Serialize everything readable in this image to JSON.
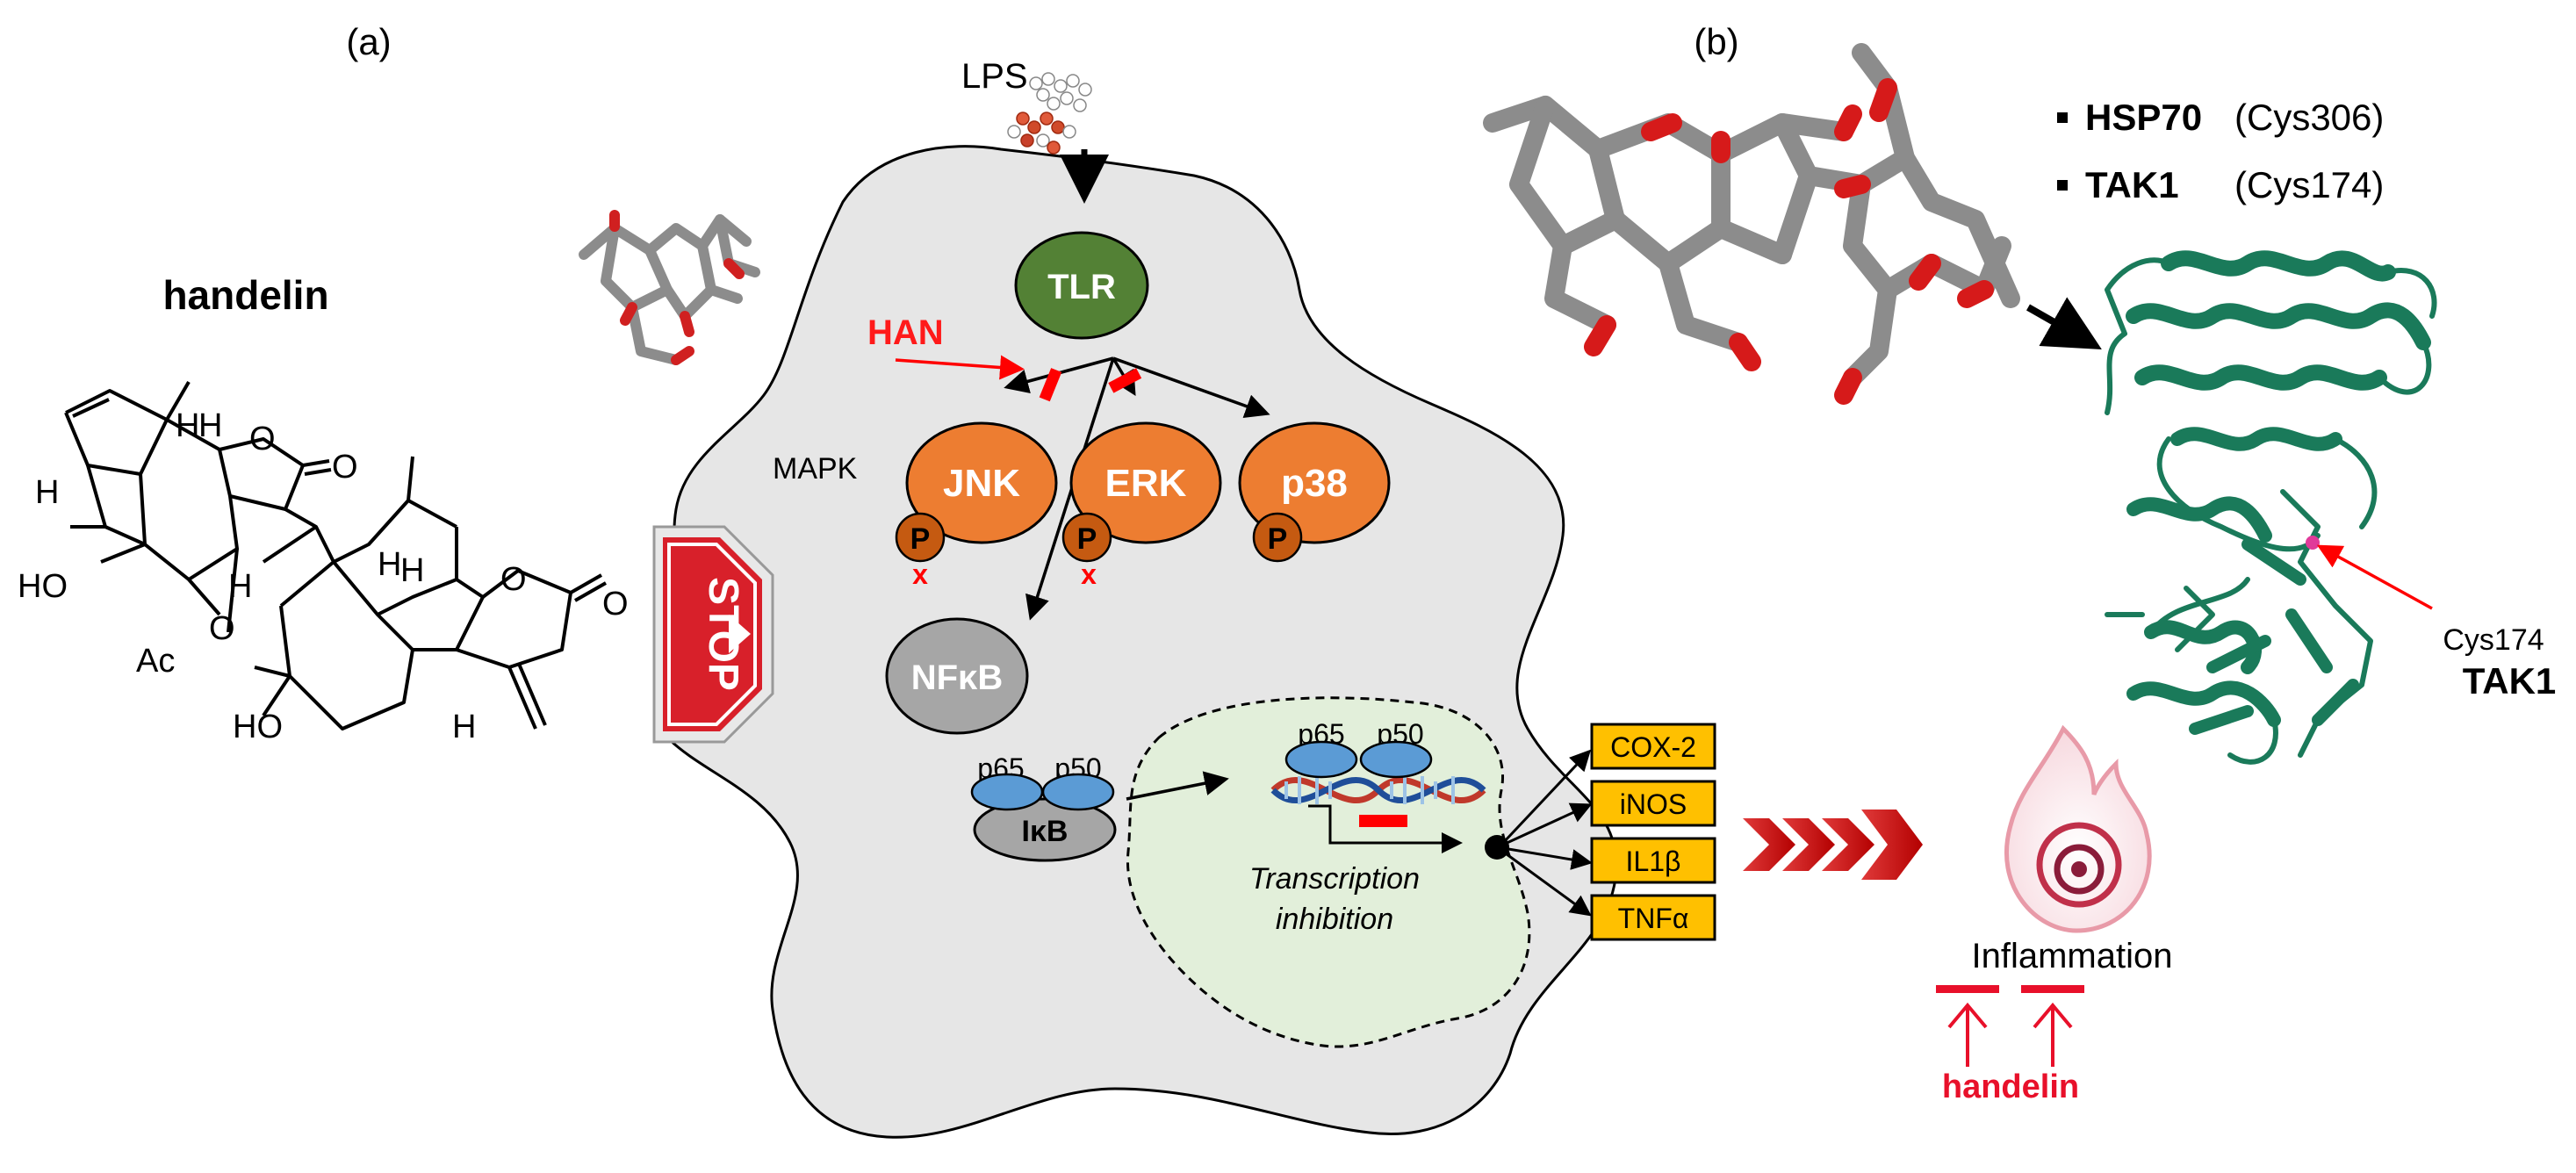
{
  "panel_a": {
    "label": "(a)",
    "compound_name": "handelin",
    "structure_atoms": {
      "h1": "H",
      "h2": "H",
      "h3": "H",
      "h4": "H",
      "h5": "H",
      "h6": "H",
      "h7": "H",
      "o_lactone1_ring": "O",
      "o_lactone1_carbonyl": "O",
      "o_lactone2_ring": "O",
      "o_lactone2_carbonyl": "O",
      "ho_1": "HO",
      "ho_2": "HO",
      "o_acetate": "O",
      "ac": "Ac"
    }
  },
  "cell": {
    "lps_label": "LPS",
    "tlr_label": "TLR",
    "han_label": "HAN",
    "mapk_label": "MAPK",
    "jnk_label": "JNK",
    "erk_label": "ERK",
    "p38_label": "p38",
    "phospho_label": "P",
    "x_mark": "x",
    "nfkb_label": "NFκB",
    "stop_sign_text": "STOP",
    "p65_label": "p65",
    "p50_label": "p50",
    "ikb_label": "IκB",
    "nucleus_p65_label": "p65",
    "nucleus_p50_label": "p50",
    "transcription_line1": "Transcription",
    "transcription_line2": "inhibition",
    "targets": [
      "COX-2",
      "iNOS",
      "IL1β",
      "TNFα"
    ]
  },
  "outcome": {
    "inflammation_label": "Inflammation",
    "inhibitor_label": "handelin"
  },
  "panel_b": {
    "label": "(b)",
    "target1_name": "HSP70",
    "target1_site": "(Cys306)",
    "target2_name": "TAK1",
    "target2_site": "(Cys174)",
    "residue_label": "Cys174",
    "protein_label": "TAK1"
  },
  "colors": {
    "cell_fill": "#e6e6e6",
    "nucleus_fill": "#e2efda",
    "tlr_green": "#538135",
    "kinase_orange": "#ed7d31",
    "phospho_brown": "#c55a11",
    "nfkb_gray": "#a6a6a6",
    "subunit_blue": "#5b9bd5",
    "target_gold": "#ffc000",
    "inhibit_red": "#ff0000",
    "han_red": "#ff1a1a",
    "protein_green": "#1a7a5a",
    "stick_gray": "#8c8c8c"
  }
}
